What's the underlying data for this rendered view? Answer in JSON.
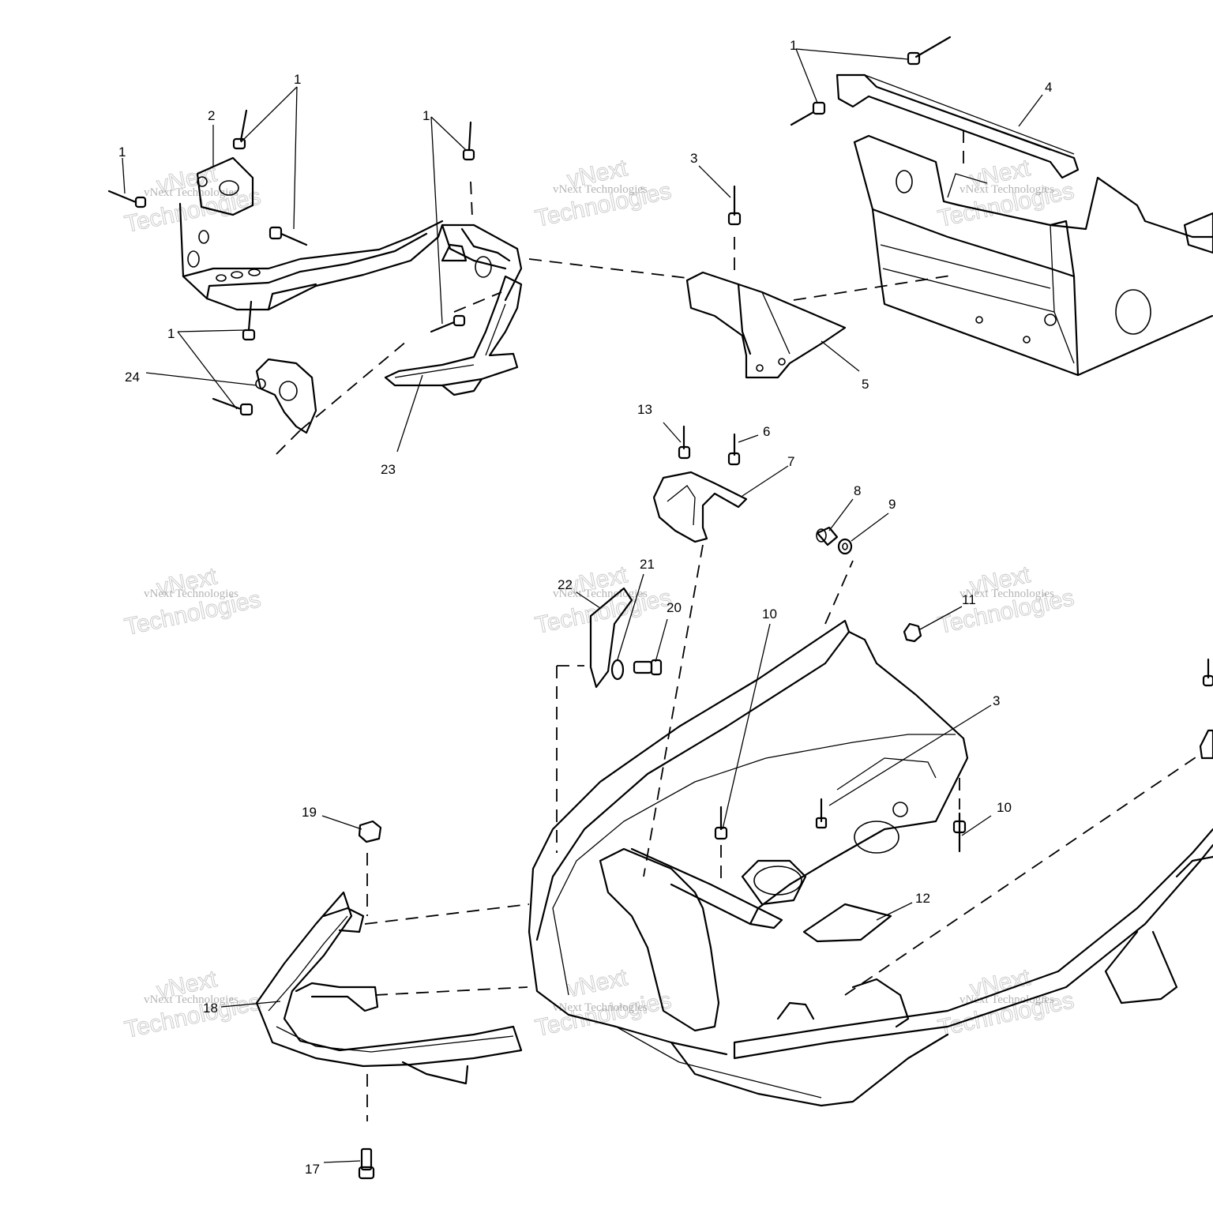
{
  "watermark": {
    "company_line": "vNext Technologies",
    "big_top": "vNext",
    "big_bottom": "Technologies"
  },
  "callouts": {
    "c1a": "1",
    "c1b": "1",
    "c1c": "1",
    "c1d": "1",
    "c1e": "1",
    "c2": "2",
    "c3a": "3",
    "c3b": "3",
    "c4": "4",
    "c5": "5",
    "c6": "6",
    "c7": "7",
    "c8": "8",
    "c9": "9",
    "c10a": "10",
    "c10b": "10",
    "c11": "11",
    "c12": "12",
    "c13": "13",
    "c17": "17",
    "c18": "18",
    "c19": "19",
    "c20": "20",
    "c21": "21",
    "c22": "22",
    "c23": "23",
    "c24": "24"
  }
}
